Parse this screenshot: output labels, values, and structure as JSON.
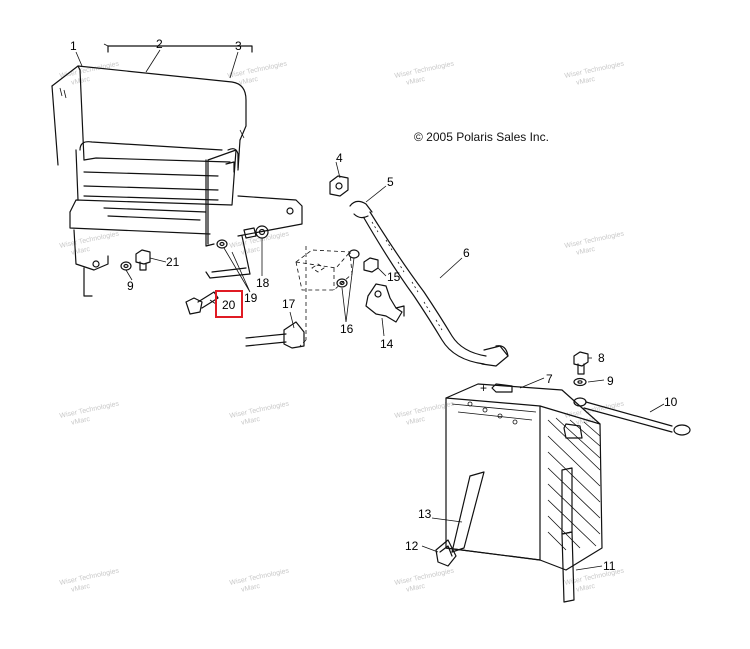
{
  "copyright": "© 2005 Polaris Sales Inc.",
  "highlight_color": "#e01b24",
  "watermark": {
    "line1": "Wiser Technologies",
    "line2": "vMarc"
  },
  "callouts": {
    "c1": "1",
    "c2": "2",
    "c3": "3",
    "c4": "4",
    "c5": "5",
    "c6": "6",
    "c7": "7",
    "c8": "8",
    "c9a": "9",
    "c9b": "9",
    "c10": "10",
    "c11": "11",
    "c12": "12",
    "c13": "13",
    "c14": "14",
    "c15": "15",
    "c16": "16",
    "c17": "17",
    "c18": "18",
    "c19": "19",
    "c20": "20",
    "c21": "21"
  },
  "selected_part": "20"
}
